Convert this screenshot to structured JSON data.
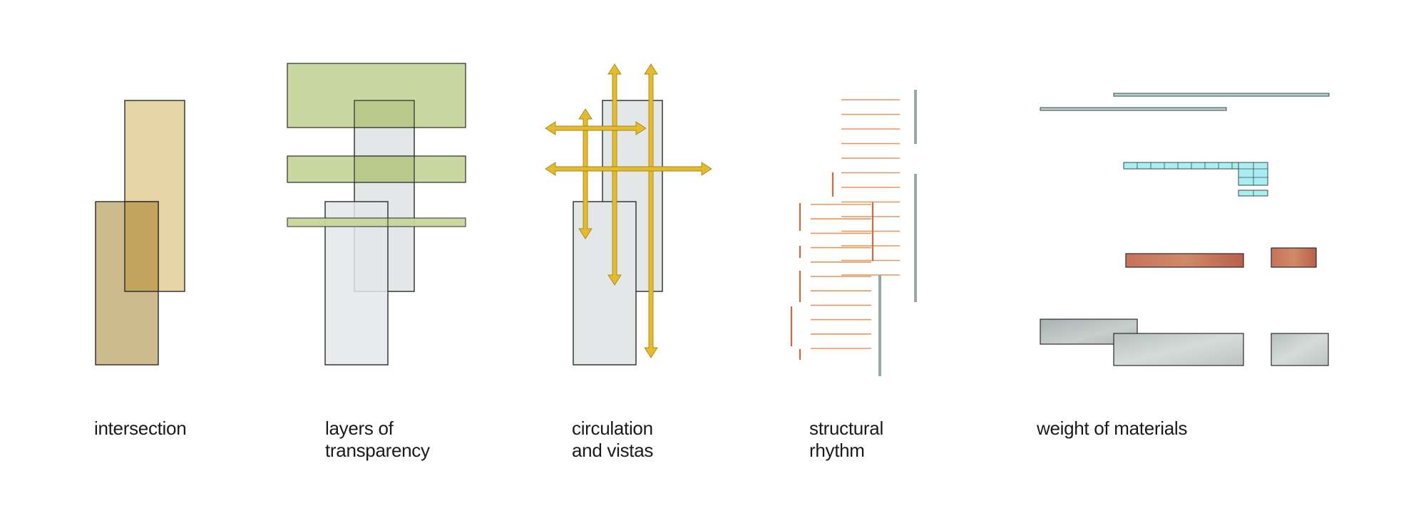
{
  "panels": [
    {
      "id": "intersection",
      "caption": [
        "intersection"
      ]
    },
    {
      "id": "transparency",
      "caption": [
        "layers of",
        "transparency"
      ]
    },
    {
      "id": "circulation",
      "caption": [
        "circulation",
        "and vistas"
      ]
    },
    {
      "id": "rhythm",
      "caption": [
        "structural",
        "rhythm"
      ]
    },
    {
      "id": "materials",
      "caption": [
        "weight of materials"
      ]
    }
  ],
  "colors": {
    "outline": "#2b2b2b",
    "tan_light": "#e6d4a6",
    "tan_dark": "#cdbb8e",
    "tan_overlap": "#c2a45f",
    "green": "#c6d59c",
    "green_overlap": "#b8c98c",
    "glass": "#e4e7e8",
    "arrow": "#e4bb2c",
    "arrow_edge": "#a88716",
    "orange": "#e8955a",
    "red": "#d06a3a",
    "steel": "#9aa5a6",
    "cyan": "#a8eef2",
    "wood": "#c87452",
    "stone": "#c4cbc9"
  }
}
